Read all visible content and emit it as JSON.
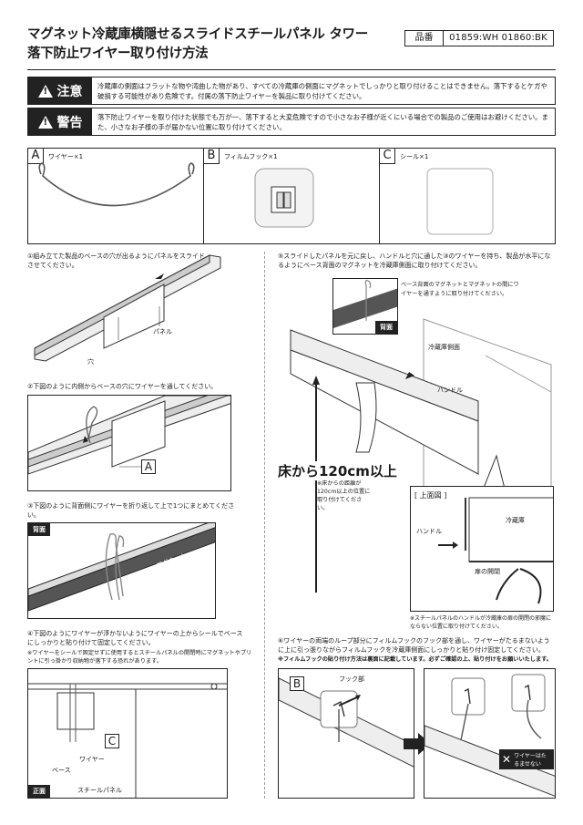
{
  "header": {
    "title_line1": "マグネット冷蔵庫横隠せるスライドスチールパネル タワー",
    "title_line2": "落下防止ワイヤー取り付け方法",
    "hinban_label": "品番",
    "hinban_value": "01859:WH 01860:BK"
  },
  "caution": {
    "label": "注意",
    "text": "冷蔵庫の側面はフラットな物や湾曲した物があり、すべての冷蔵庫の側面にマグネットでしっかりと取り付けることはできません。落下するとケガや破損する可能性があり危険です。付属の落下防止ワイヤーを製品に取り付けてください。"
  },
  "warning": {
    "label": "警告",
    "text": "落下防止ワイヤーを取り付けた状態でも万が一、落下すると大変危険ですので小さなお子様が近くにいる場合での製品のご使用はお避けください。また、小さなお子様の手が届かない位置に取り付けてください。"
  },
  "parts": [
    {
      "letter": "A",
      "name": "ワイヤー×1"
    },
    {
      "letter": "B",
      "name": "フィルムフック×1"
    },
    {
      "letter": "C",
      "name": "シール×1"
    }
  ],
  "steps": {
    "s1": "①組み立てた製品のベースの穴が出るようにパネルをスライドさせてください。",
    "s1_panel": "パネル",
    "s1_hole": "穴",
    "s2": "②下図のように内側からベースの穴にワイヤーを通してください。",
    "s2_tag": "A",
    "s3": "③下図のように背面側にワイヤーを折り返して上で1つにまとめてください。",
    "s3_back": "背面",
    "s3_mag1": "マグネット",
    "s3_mag2": "マグネット",
    "s4": "④下図のようにワイヤーが浮かないようにワイヤーの上からシールでベースにしっかりと貼り付けて固定してください。",
    "s4_note": "※ワイヤーをシールで固定せずに使用するとスチールパネルの開閉時にマグネットやプリントに引っ掛かり収納物が落下する恐れがあります。",
    "s4_tag": "C",
    "s4_wire": "ワイヤー",
    "s4_base": "ベース",
    "s4_front": "正面",
    "s4_panel": "スチールパネル",
    "s5": "⑤スライドしたパネルを元に戻し、ハンドルと穴に通した③のワイヤーを持ち、製品が水平になるようにベース背面のマグネットを冷蔵庫側面に取り付けてください。",
    "s5_back": "背面",
    "s5_note": "ベース背面のマグネットとマグネットの間にワイヤーを通すように取り付けてください。",
    "s5_fridge_side": "冷蔵庫側面",
    "s5_handle": "ハンドル",
    "s5_height": "床から120cm以上",
    "s5_height_note": "※床からの距離が120cm以上の位置に取り付けてください。",
    "s5_top": "[ 上面図 ]",
    "s5_fridge": "冷蔵庫",
    "s5_handle2": "ハンドル",
    "s5_door": "扉の開閉",
    "s5_note2": "※スチールパネルのハンドルが冷蔵庫の扉の開閉の邪魔にならない位置に取り付けてください。",
    "s6": "⑥ワイヤーの両端のループ部分にフィルムフックのフック部を通し、ワイヤーがたるまないように上に引っ張りながらフィルムフックを冷蔵庫側面にしっかりと貼り付け固定してください。",
    "s6_note": "※フィルムフックの貼り付け方法は裏面に記載しています。必ずご確認の上、貼り付けをお願いいたします。",
    "s6_tag": "B",
    "s6_hook": "フック部",
    "s6_ng": "ワイヤーはたるませない"
  }
}
